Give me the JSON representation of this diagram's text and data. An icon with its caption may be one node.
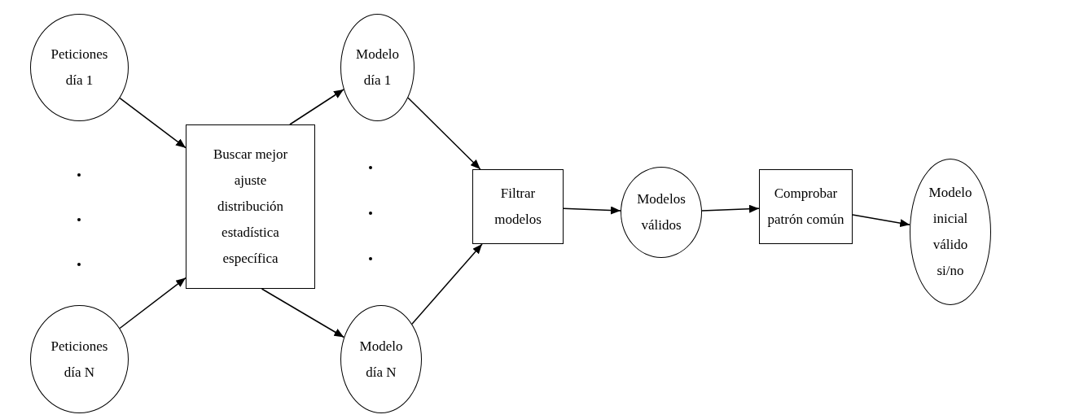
{
  "diagram": {
    "nodes": [
      {
        "text": [
          "Peticiones día 1"
        ]
      },
      {
        "text": [
          "Peticiones día N"
        ]
      },
      {
        "text": [
          "Buscar mejor ajuste distribución estadística específica"
        ]
      },
      {
        "text": [
          "Modelo día 1"
        ]
      },
      {
        "text": [
          "Modelo día N"
        ]
      },
      {
        "text": [
          "Filtrar modelos"
        ]
      },
      {
        "text": [
          "Modelos válidos"
        ]
      },
      {
        "text": [
          "Comprobar patrón común"
        ]
      },
      {
        "text": [
          "Modelo inicial válido si/no"
        ]
      }
    ],
    "edges": [
      {
        "from": 0,
        "to": 2,
        "arrow": "to"
      },
      {
        "from": 1,
        "to": 2,
        "arrow": "to"
      },
      {
        "from": 2,
        "to": 3,
        "arrow": "to"
      },
      {
        "from": 2,
        "to": 4,
        "arrow": "to"
      },
      {
        "from": 3,
        "to": 5,
        "arrow": "to"
      },
      {
        "from": 4,
        "to": 5,
        "arrow": "to"
      },
      {
        "from": 5,
        "to": 6,
        "arrow": "to"
      },
      {
        "from": 6,
        "to": 7,
        "arrow": "to"
      },
      {
        "from": 7,
        "to": 8,
        "arrow": "to"
      }
    ]
  }
}
